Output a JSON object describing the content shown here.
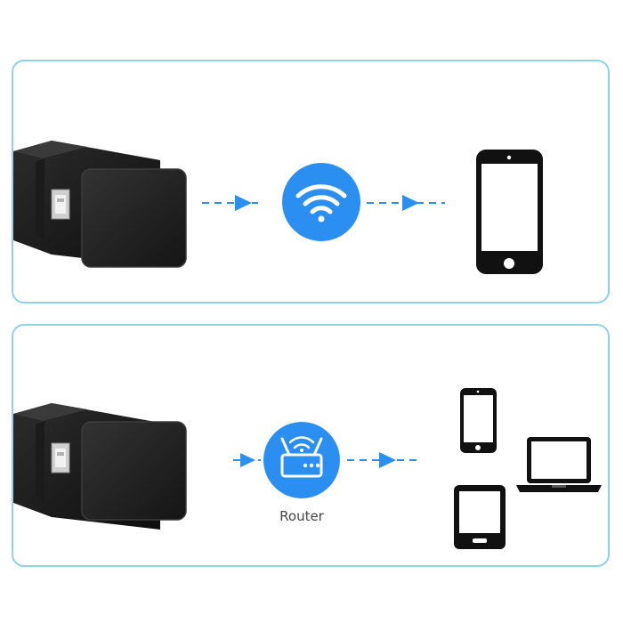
{
  "panels": [
    {
      "id": "direct-wifi",
      "flow": [
        "camera-charger",
        "wifi-icon",
        "smartphone"
      ]
    },
    {
      "id": "router-network",
      "flow": [
        "camera-charger",
        "router-icon",
        "devices"
      ]
    }
  ],
  "labels": {
    "router": "Router"
  },
  "colors": {
    "panel_border": "#8fd3e6",
    "accent_blue": "#2b8ff2",
    "arrow_blue": "#2b8ff2",
    "device_black": "#111111",
    "label_gray": "#444444"
  },
  "icons": [
    "wifi-icon",
    "router-icon",
    "smartphone-icon",
    "laptop-icon",
    "tablet-icon",
    "camera-charger-icon"
  ]
}
